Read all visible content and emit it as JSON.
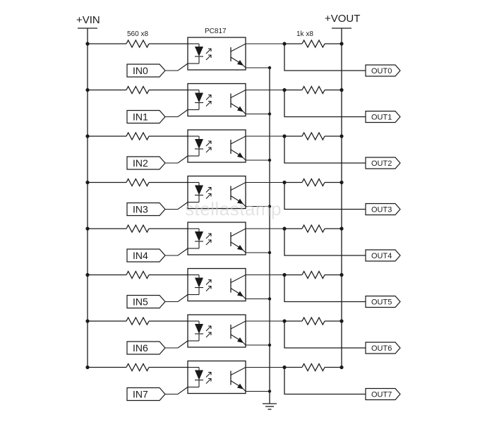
{
  "labels": {
    "vin": "+VIN",
    "vout": "+VOUT",
    "input_resistor": "560 x8",
    "optocoupler": "PC817",
    "output_resistor": "1k x8"
  },
  "channels": [
    {
      "input": "IN0",
      "output": "OUT0"
    },
    {
      "input": "IN1",
      "output": "OUT1"
    },
    {
      "input": "IN2",
      "output": "OUT2"
    },
    {
      "input": "IN3",
      "output": "OUT3"
    },
    {
      "input": "IN4",
      "output": "OUT4"
    },
    {
      "input": "IN5",
      "output": "OUT5"
    },
    {
      "input": "IN6",
      "output": "OUT6"
    },
    {
      "input": "IN7",
      "output": "OUT7"
    }
  ],
  "watermark": "stellastamp"
}
